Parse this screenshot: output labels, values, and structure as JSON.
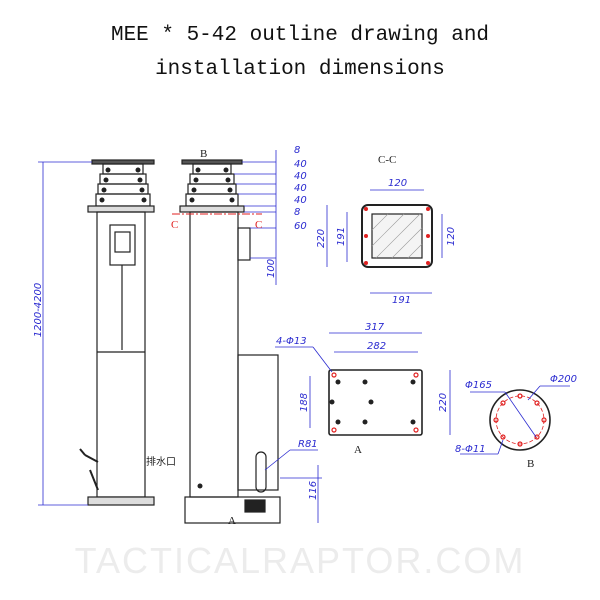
{
  "title": {
    "line1": "MEE * 5-42 outline drawing and",
    "line2": "installation dimensions"
  },
  "watermark": "TACTICALRAPTOR.COM",
  "colors": {
    "dimension": "#2a2ad0",
    "section": "#e02020",
    "outline": "#222222"
  },
  "front_view": {
    "height_range": "1200-4200"
  },
  "side_view": {
    "view_arrow_top": "B",
    "view_arrow_bottom": "A",
    "section_mark_left": "C",
    "section_mark_right": "C",
    "drain_label": "排水口",
    "stack_dims": [
      "8",
      "40",
      "40",
      "40",
      "40",
      "8",
      "60"
    ],
    "lower_dim": "100",
    "radius": "R81",
    "base_height": "116"
  },
  "section_cc": {
    "label": "C-C",
    "top": "120",
    "bottom": "191",
    "left_outer": "220",
    "left_inner": "191",
    "right": "120"
  },
  "view_a": {
    "label": "A",
    "holes": "4-Φ13",
    "outer_width": "317",
    "inner_width": "282",
    "inner_height": "188",
    "outer_height": "220"
  },
  "view_b": {
    "label": "B",
    "pcd": "Φ165",
    "diameter": "Φ200",
    "holes": "8-Φ11"
  }
}
